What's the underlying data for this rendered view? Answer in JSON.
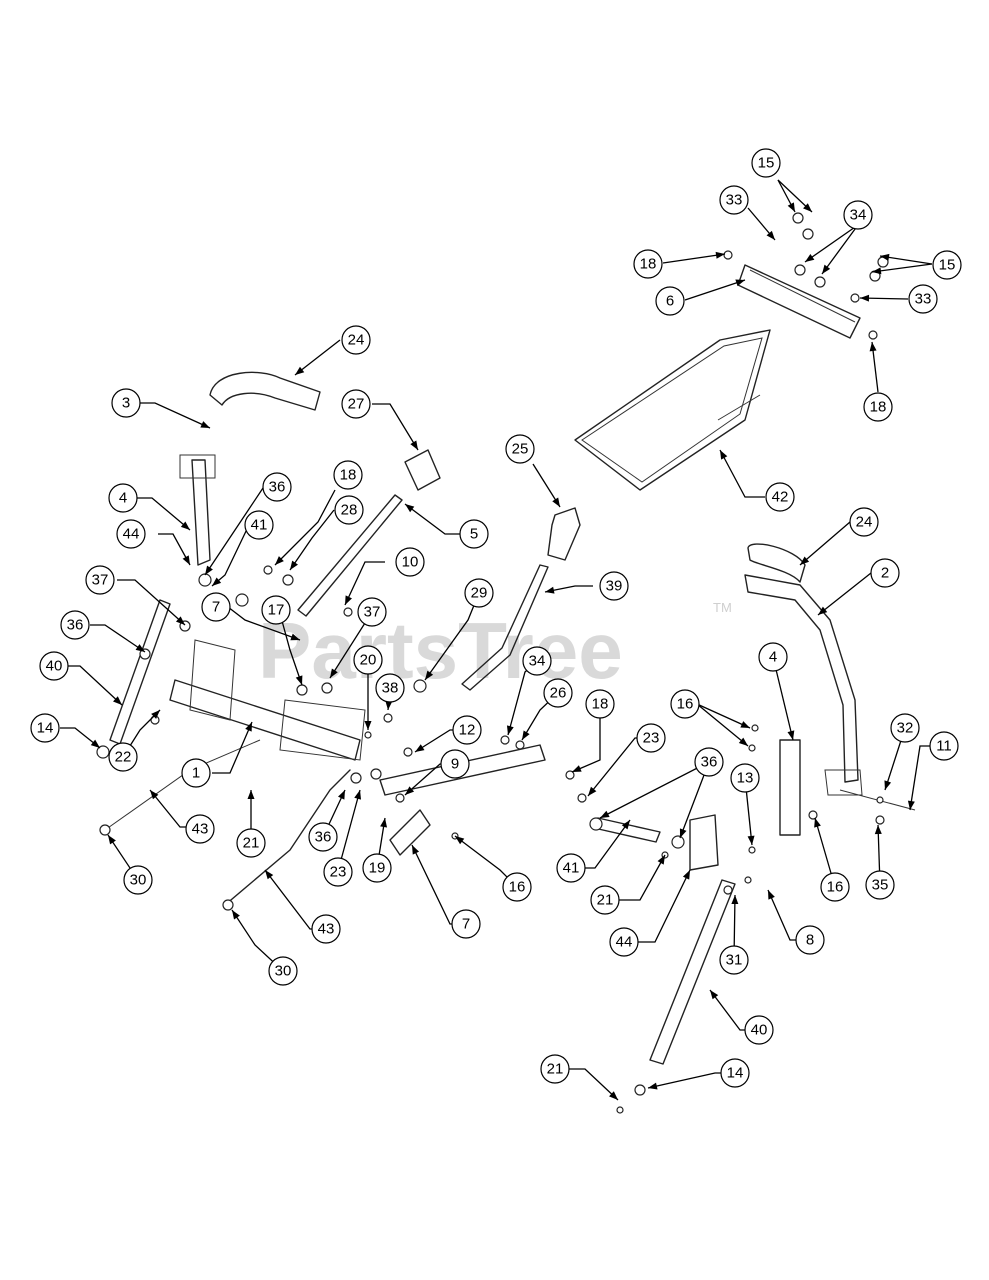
{
  "watermark": {
    "text": "PartsTree",
    "trademark": "TM"
  },
  "callouts": [
    {
      "id": "c-15a",
      "label": "15"
    },
    {
      "id": "c-33a",
      "label": "33"
    },
    {
      "id": "c-34",
      "label": "34"
    },
    {
      "id": "c-18a",
      "label": "18"
    },
    {
      "id": "c-15b",
      "label": "15"
    },
    {
      "id": "c-6",
      "label": "6"
    },
    {
      "id": "c-33b",
      "label": "33"
    },
    {
      "id": "c-18b",
      "label": "18"
    },
    {
      "id": "c-24a",
      "label": "24"
    },
    {
      "id": "c-3",
      "label": "3"
    },
    {
      "id": "c-27",
      "label": "27"
    },
    {
      "id": "c-25",
      "label": "25"
    },
    {
      "id": "c-42",
      "label": "42"
    },
    {
      "id": "c-18c",
      "label": "18"
    },
    {
      "id": "c-36a",
      "label": "36"
    },
    {
      "id": "c-4a",
      "label": "4"
    },
    {
      "id": "c-28",
      "label": "28"
    },
    {
      "id": "c-5",
      "label": "5"
    },
    {
      "id": "c-44a",
      "label": "44"
    },
    {
      "id": "c-41a",
      "label": "41"
    },
    {
      "id": "c-24b",
      "label": "24"
    },
    {
      "id": "c-10",
      "label": "10"
    },
    {
      "id": "c-37a",
      "label": "37"
    },
    {
      "id": "c-17",
      "label": "17"
    },
    {
      "id": "c-39",
      "label": "39"
    },
    {
      "id": "c-2",
      "label": "2"
    },
    {
      "id": "c-7a",
      "label": "7"
    },
    {
      "id": "c-37b",
      "label": "37"
    },
    {
      "id": "c-29",
      "label": "29"
    },
    {
      "id": "c-36b",
      "label": "36"
    },
    {
      "id": "c-20",
      "label": "20"
    },
    {
      "id": "c-34b",
      "label": "34"
    },
    {
      "id": "c-4b",
      "label": "4"
    },
    {
      "id": "c-40a",
      "label": "40"
    },
    {
      "id": "c-38",
      "label": "38"
    },
    {
      "id": "c-26",
      "label": "26"
    },
    {
      "id": "c-18d",
      "label": "18"
    },
    {
      "id": "c-16a",
      "label": "16"
    },
    {
      "id": "c-32",
      "label": "32"
    },
    {
      "id": "c-14a",
      "label": "14"
    },
    {
      "id": "c-12",
      "label": "12"
    },
    {
      "id": "c-23a",
      "label": "23"
    },
    {
      "id": "c-11",
      "label": "11"
    },
    {
      "id": "c-22",
      "label": "22"
    },
    {
      "id": "c-1",
      "label": "1"
    },
    {
      "id": "c-9",
      "label": "9"
    },
    {
      "id": "c-36c",
      "label": "36"
    },
    {
      "id": "c-13",
      "label": "13"
    },
    {
      "id": "c-43a",
      "label": "43"
    },
    {
      "id": "c-21a",
      "label": "21"
    },
    {
      "id": "c-36d",
      "label": "36"
    },
    {
      "id": "c-23b",
      "label": "23"
    },
    {
      "id": "c-19",
      "label": "19"
    },
    {
      "id": "c-16b",
      "label": "16"
    },
    {
      "id": "c-41b",
      "label": "41"
    },
    {
      "id": "c-16c",
      "label": "16"
    },
    {
      "id": "c-35",
      "label": "35"
    },
    {
      "id": "c-30a",
      "label": "30"
    },
    {
      "id": "c-7b",
      "label": "7"
    },
    {
      "id": "c-21b",
      "label": "21"
    },
    {
      "id": "c-44b",
      "label": "44"
    },
    {
      "id": "c-8",
      "label": "8"
    },
    {
      "id": "c-43b",
      "label": "43"
    },
    {
      "id": "c-31",
      "label": "31"
    },
    {
      "id": "c-30b",
      "label": "30"
    },
    {
      "id": "c-40b",
      "label": "40"
    },
    {
      "id": "c-21c",
      "label": "21"
    },
    {
      "id": "c-14b",
      "label": "14"
    }
  ]
}
